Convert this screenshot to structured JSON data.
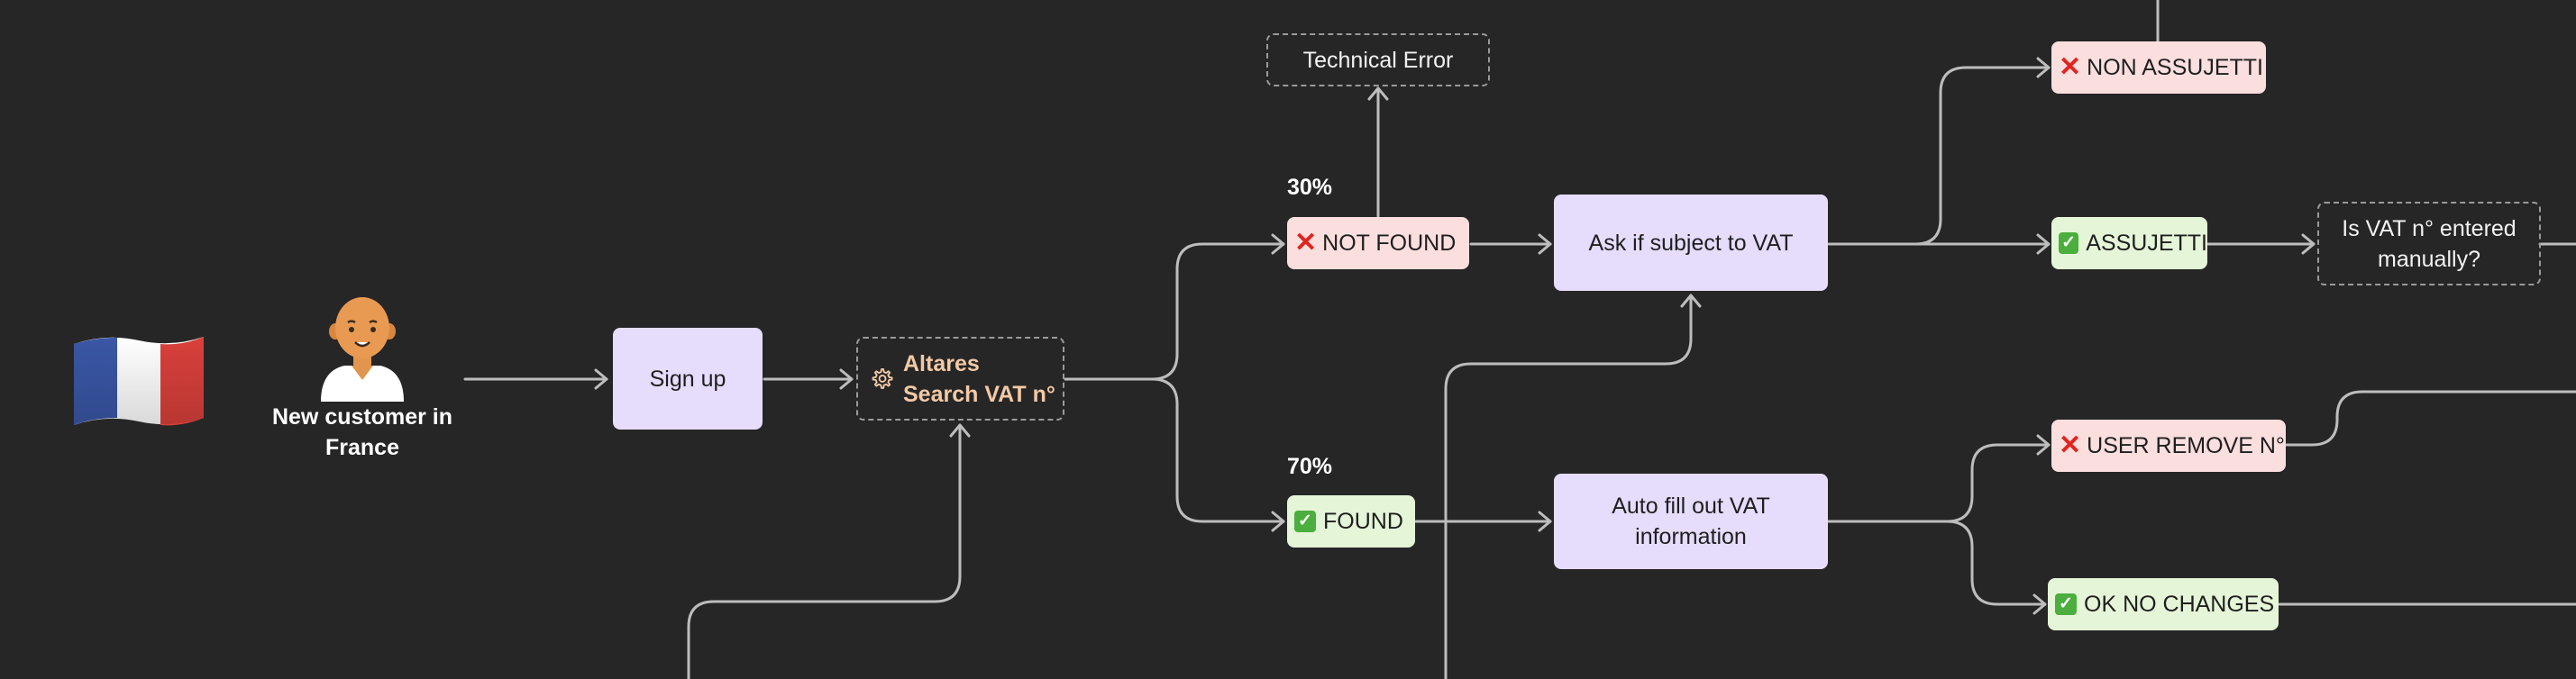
{
  "colors": {
    "background": "#262626",
    "process_node": "#e6dcfb",
    "error_node": "#fbdede",
    "success_node": "#e5f5d8",
    "connector": "#bdbdbd",
    "altares_text": "#f3c9a6"
  },
  "icons": {
    "flag": "france-flag-icon",
    "person": "customer-avatar-icon",
    "gear": "gear-icon",
    "cross": "red-cross-icon",
    "check": "green-check-icon"
  },
  "start": {
    "label": "New customer in France"
  },
  "nodes": {
    "sign_up": "Sign up",
    "altares_line1": "Altares",
    "altares_line2": "Search VAT n°",
    "technical_error": "Technical Error",
    "not_found": "NOT FOUND",
    "found": "FOUND",
    "ask_vat": "Ask if subject to VAT",
    "auto_fill": "Auto fill out VAT information",
    "non_assujetti": "NON ASSUJETTI",
    "assujetti": "ASSUJETTI",
    "vat_manual": "Is VAT n° entered manually?",
    "user_remove": "USER REMOVE N°",
    "ok_no_changes": "OK NO CHANGES"
  },
  "percentages": {
    "not_found": "30%",
    "found": "70%"
  }
}
